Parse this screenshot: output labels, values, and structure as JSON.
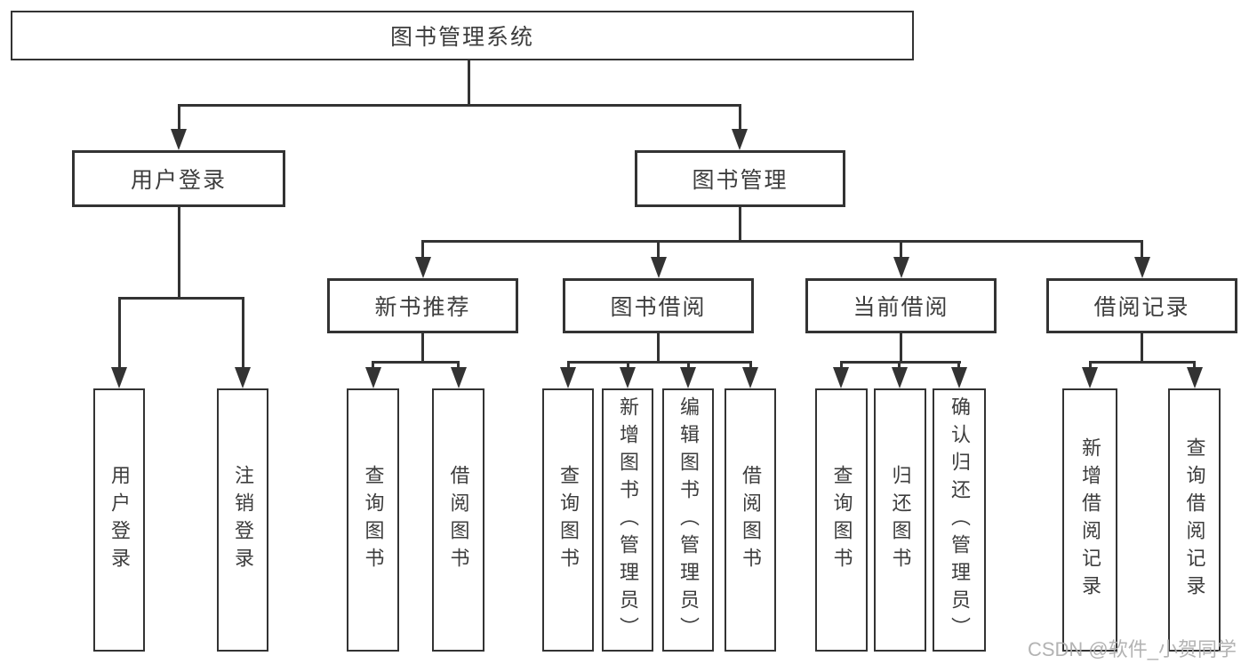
{
  "tree": {
    "label": "图书管理系统",
    "children": [
      {
        "label": "用户登录",
        "children": [
          {
            "label": "用户登录"
          },
          {
            "label": "注销登录"
          }
        ]
      },
      {
        "label": "图书管理",
        "children": [
          {
            "label": "新书推荐",
            "children": [
              {
                "label": "查询图书"
              },
              {
                "label": "借阅图书"
              }
            ]
          },
          {
            "label": "图书借阅",
            "children": [
              {
                "label": "查询图书"
              },
              {
                "label": "新增图书（管理员）"
              },
              {
                "label": "编辑图书（管理员）"
              },
              {
                "label": "借阅图书"
              }
            ]
          },
          {
            "label": "当前借阅",
            "children": [
              {
                "label": "查询图书"
              },
              {
                "label": "归还图书"
              },
              {
                "label": "确认归还（管理员）"
              }
            ]
          },
          {
            "label": "借阅记录",
            "children": [
              {
                "label": "新增借阅记录"
              },
              {
                "label": "查询借阅记录"
              }
            ]
          }
        ]
      }
    ]
  },
  "watermark": {
    "text": "CSDN @软件_小贺同学"
  },
  "colors": {
    "line": "#333333",
    "box_border": "#333333",
    "text": "#3d3d3d",
    "watermark": "#ababab",
    "background": "#ffffff"
  }
}
